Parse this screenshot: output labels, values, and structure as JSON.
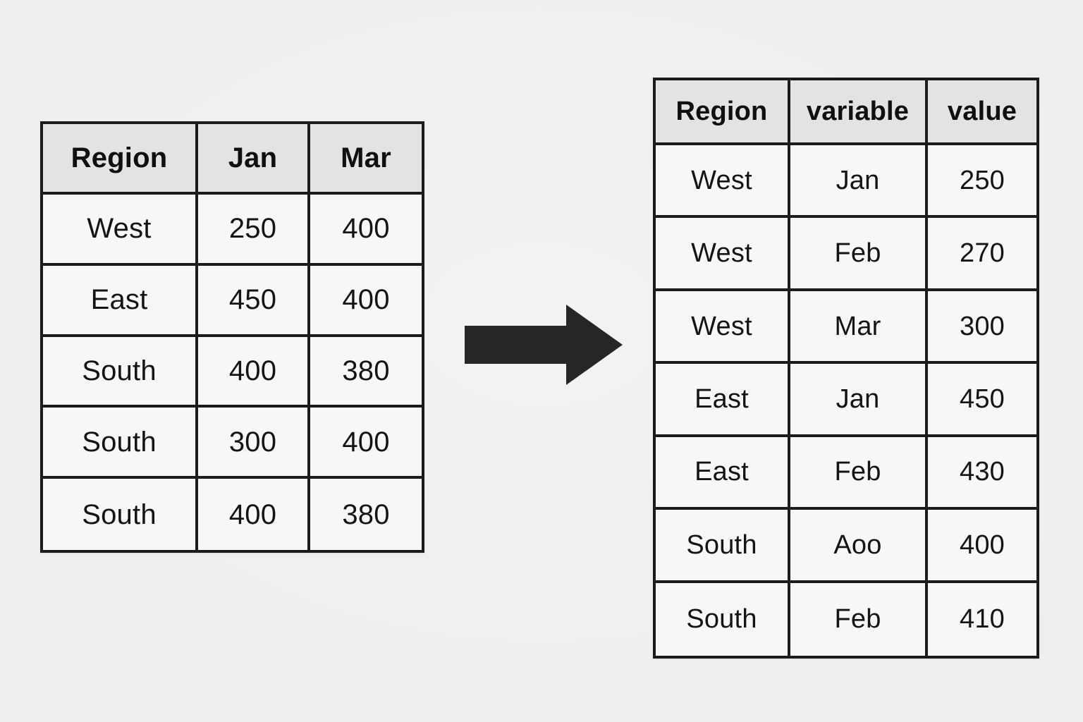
{
  "background_color": "#efefef",
  "border_color": "#1b1b1b",
  "header_fill": "#e3e3e3",
  "cell_fill": "#f7f7f7",
  "arrow": {
    "name": "right-arrow",
    "direction": "right",
    "color": "#262626"
  },
  "wide_table": {
    "headers": [
      "Region",
      "Jan",
      "Mar"
    ],
    "rows": [
      [
        "West",
        "250",
        "400"
      ],
      [
        "East",
        "450",
        "400"
      ],
      [
        "South",
        "400",
        "380"
      ],
      [
        "South",
        "300",
        "400"
      ],
      [
        "South",
        "400",
        "380"
      ]
    ]
  },
  "long_table": {
    "headers": [
      "Region",
      "variable",
      "value"
    ],
    "rows": [
      [
        "West",
        "Jan",
        "250"
      ],
      [
        "West",
        "Feb",
        "270"
      ],
      [
        "West",
        "Mar",
        "300"
      ],
      [
        "East",
        "Jan",
        "450"
      ],
      [
        "East",
        "Feb",
        "430"
      ],
      [
        "South",
        "Aoo",
        "400"
      ],
      [
        "South",
        "Feb",
        "410"
      ]
    ]
  },
  "chart_data": {
    "type": "table",
    "title": "",
    "tables": [
      {
        "name": "wide-format-table",
        "position": "left",
        "columns": [
          "Region",
          "Jan",
          "Mar"
        ],
        "data": [
          {
            "Region": "West",
            "Jan": 250,
            "Mar": 400
          },
          {
            "Region": "East",
            "Jan": 450,
            "Mar": 400
          },
          {
            "Region": "South",
            "Jan": 400,
            "Mar": 380
          },
          {
            "Region": "South",
            "Jan": 300,
            "Mar": 400
          },
          {
            "Region": "South",
            "Jan": 400,
            "Mar": 380
          }
        ]
      },
      {
        "name": "long-format-table",
        "position": "right",
        "columns": [
          "Region",
          "variable",
          "value"
        ],
        "data": [
          {
            "Region": "West",
            "variable": "Jan",
            "value": 250
          },
          {
            "Region": "West",
            "variable": "Feb",
            "value": 270
          },
          {
            "Region": "West",
            "variable": "Mar",
            "value": 300
          },
          {
            "Region": "East",
            "variable": "Jan",
            "value": 450
          },
          {
            "Region": "East",
            "variable": "Feb",
            "value": 430
          },
          {
            "Region": "South",
            "variable": "Aoo",
            "value": 400
          },
          {
            "Region": "South",
            "variable": "Feb",
            "value": 410
          }
        ]
      }
    ]
  }
}
